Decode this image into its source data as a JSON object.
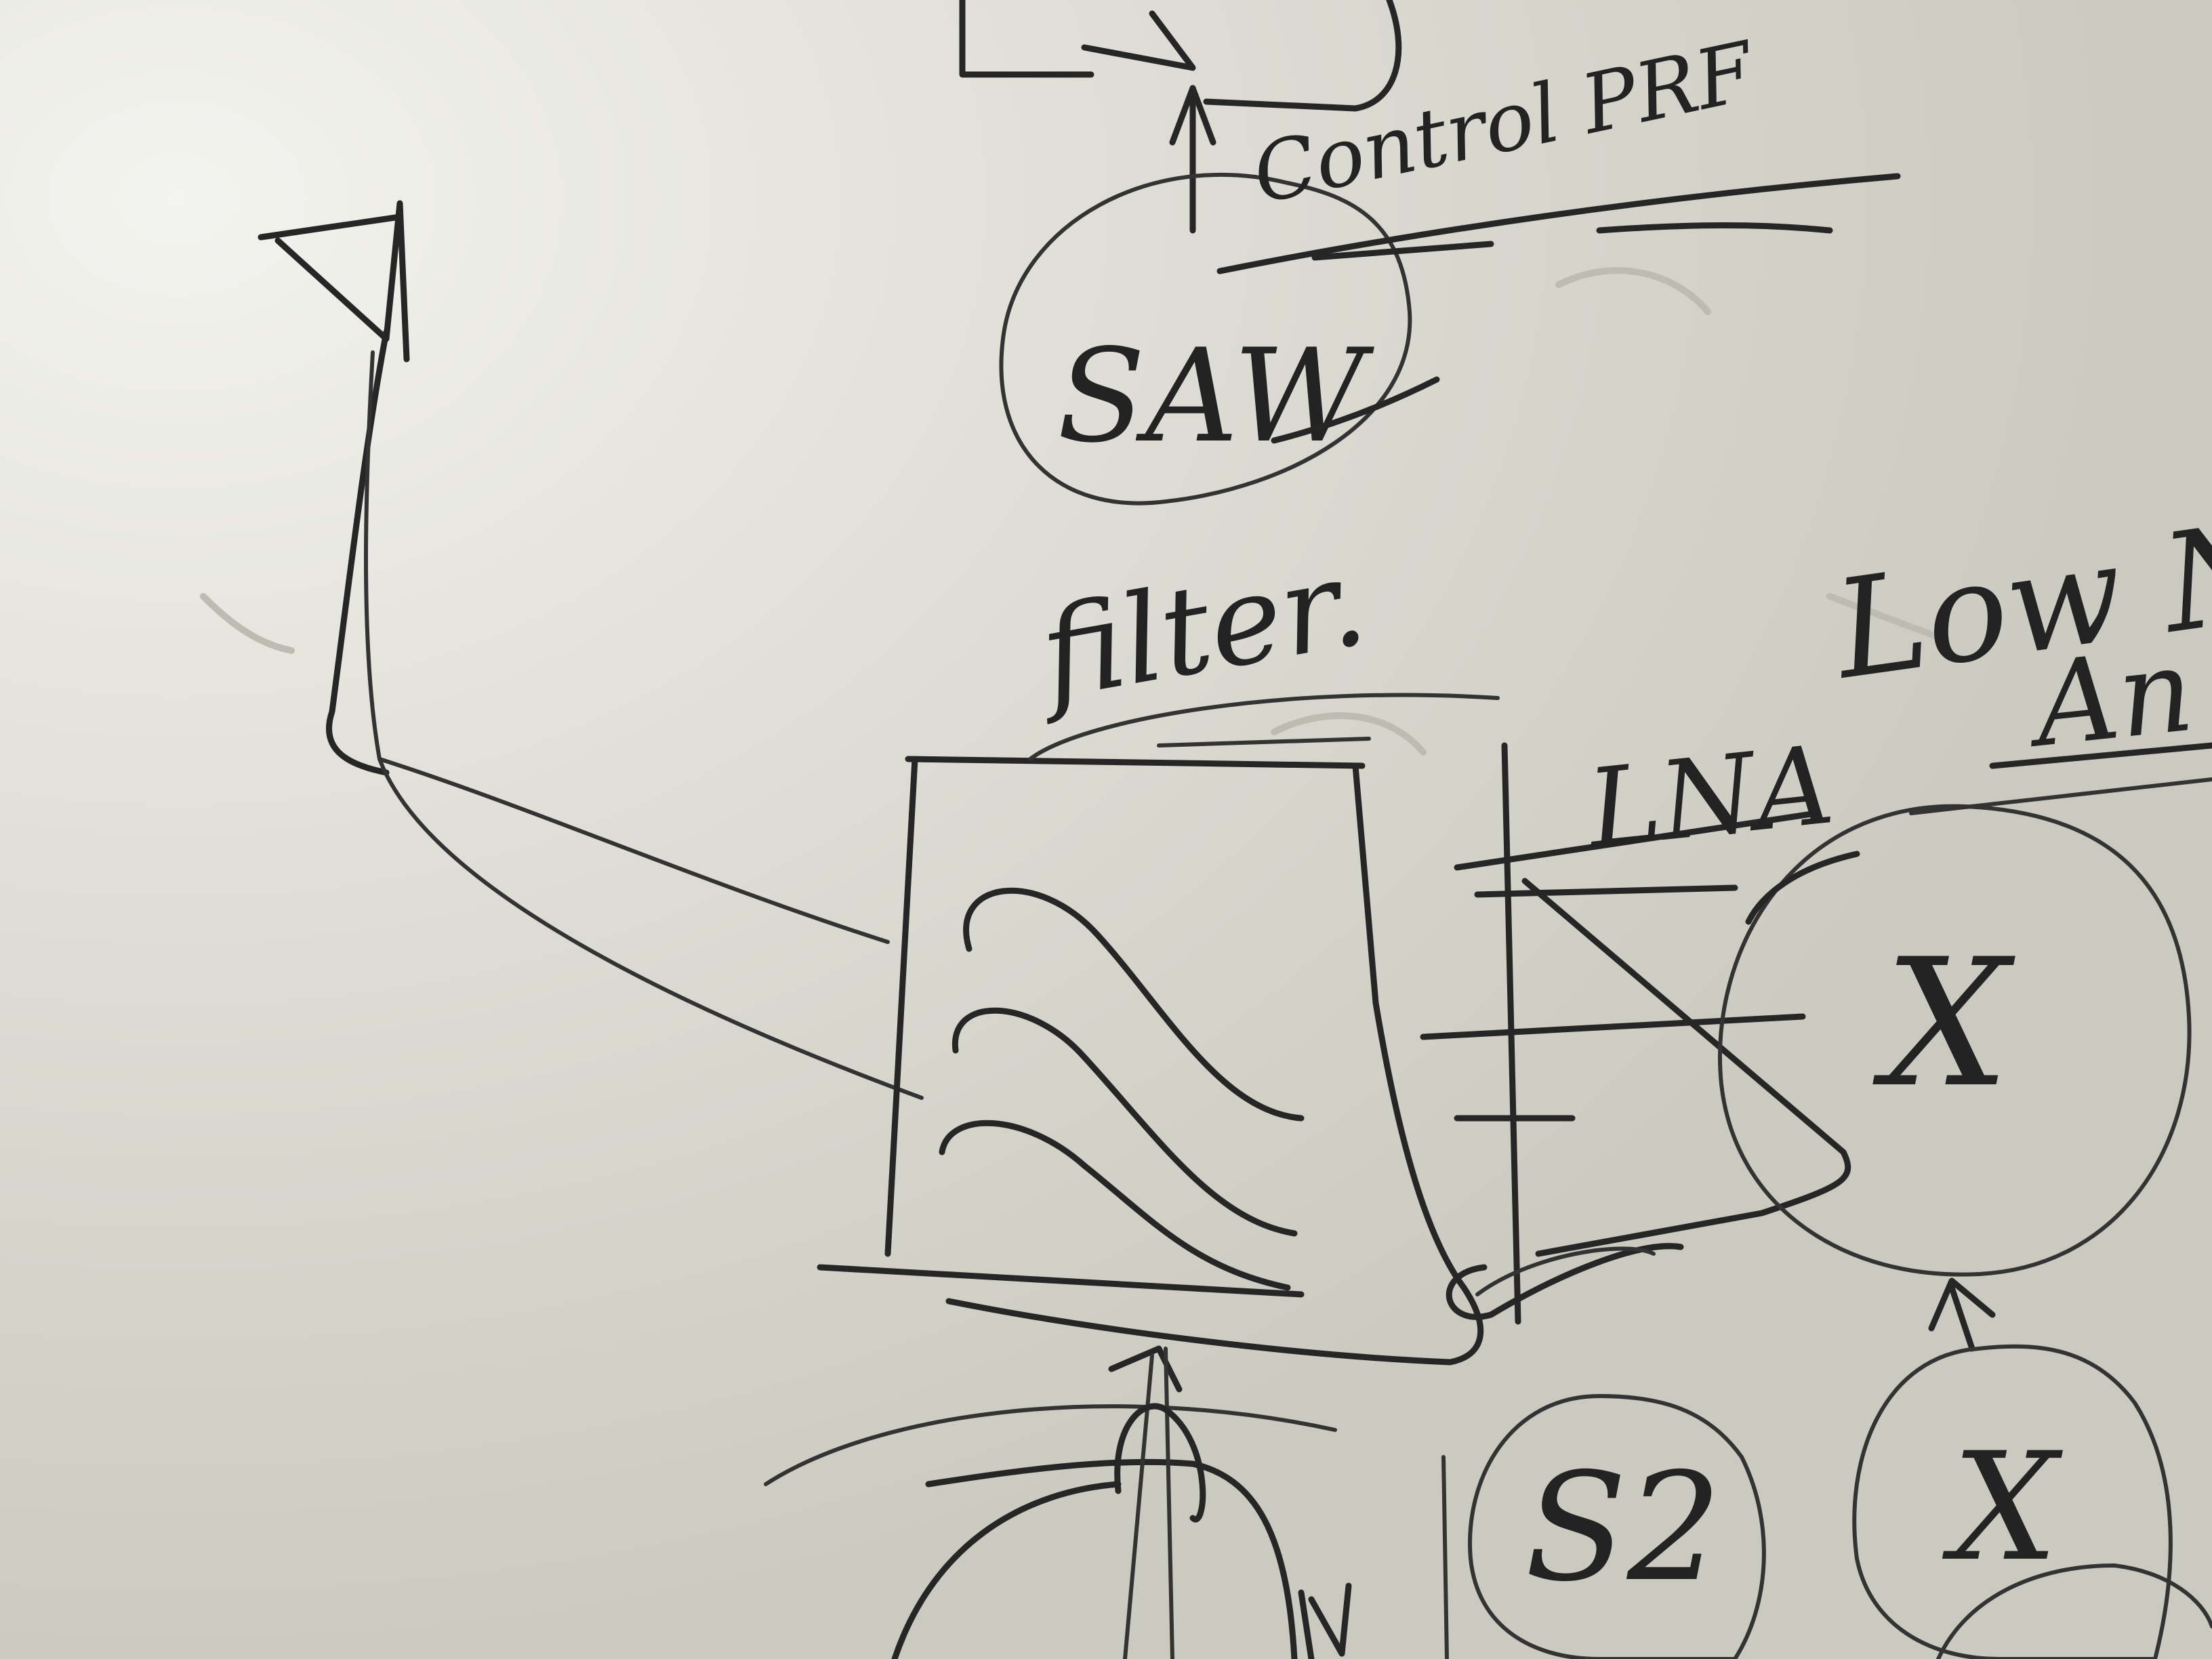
{
  "scene": {
    "description_type": "whiteboard-photo",
    "colors": {
      "board": "#d9d8d0",
      "board_glare": "#f2f2ee",
      "ink": "#262626",
      "ghost_ink": "#bdbcb3"
    }
  },
  "labels": {
    "saw": "SAW",
    "control_prf": "Control PRF",
    "filter": "filter.",
    "lna": "LNA",
    "low_noise": "Low N",
    "amp_partial": "An",
    "s2": "S2",
    "multiply_symbol_1": "X",
    "multiply_symbol_2": "X",
    "fragment_n": "N"
  },
  "icons": {
    "antenna": "antenna-icon",
    "mixer": "mixer-icon",
    "bandpass": "bandpass-filter-icon",
    "amplifier": "amplifier-triangle-icon"
  }
}
